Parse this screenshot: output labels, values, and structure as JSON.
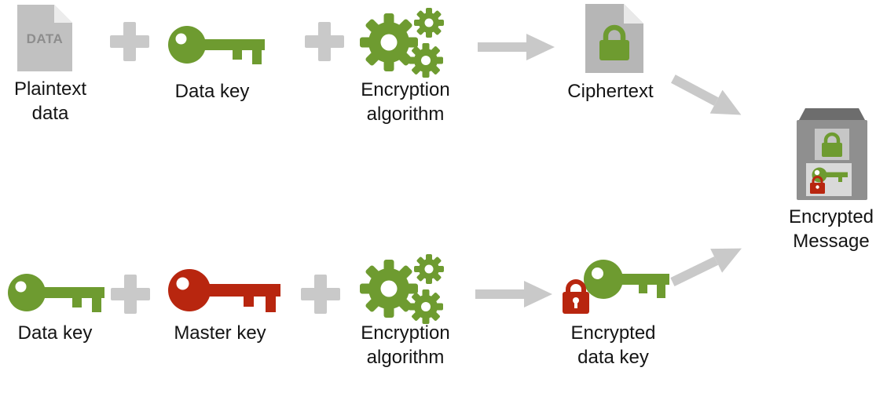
{
  "colors": {
    "green": "#6e9b30",
    "red": "#b8260f",
    "gray": "#c9c9c9"
  },
  "row1": {
    "plaintext": {
      "label": "Plaintext data",
      "doc_text": "DATA",
      "icon": "document-icon"
    },
    "data_key": {
      "label": "Data key",
      "icon": "key-icon"
    },
    "encryption_algorithm": {
      "label": "Encryption algorithm",
      "icon": "gears-icon"
    },
    "ciphertext": {
      "label": "Ciphertext",
      "icon": "locked-document-icon"
    }
  },
  "row2": {
    "data_key": {
      "label": "Data key",
      "icon": "key-icon"
    },
    "master_key": {
      "label": "Master key",
      "icon": "key-icon"
    },
    "encryption_algorithm": {
      "label": "Encryption algorithm",
      "icon": "gears-icon"
    },
    "encrypted_data_key": {
      "label": "Encrypted data key",
      "icon": "locked-key-icon"
    }
  },
  "output": {
    "label": "Encrypted Message",
    "icon": "secure-package-icon"
  }
}
